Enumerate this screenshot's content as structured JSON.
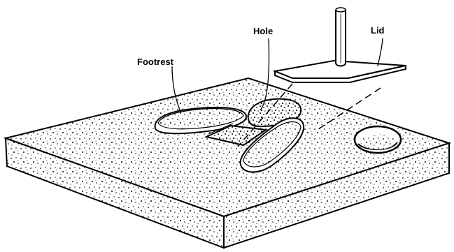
{
  "labels": {
    "footrest": "Footrest",
    "hole": "Hole",
    "lid": "Lid"
  },
  "colors": {
    "ink": "#000000",
    "paper": "#ffffff"
  },
  "icons": {
    "speckle": "stipple-texture",
    "lid-handle": "t-handle-lid"
  }
}
